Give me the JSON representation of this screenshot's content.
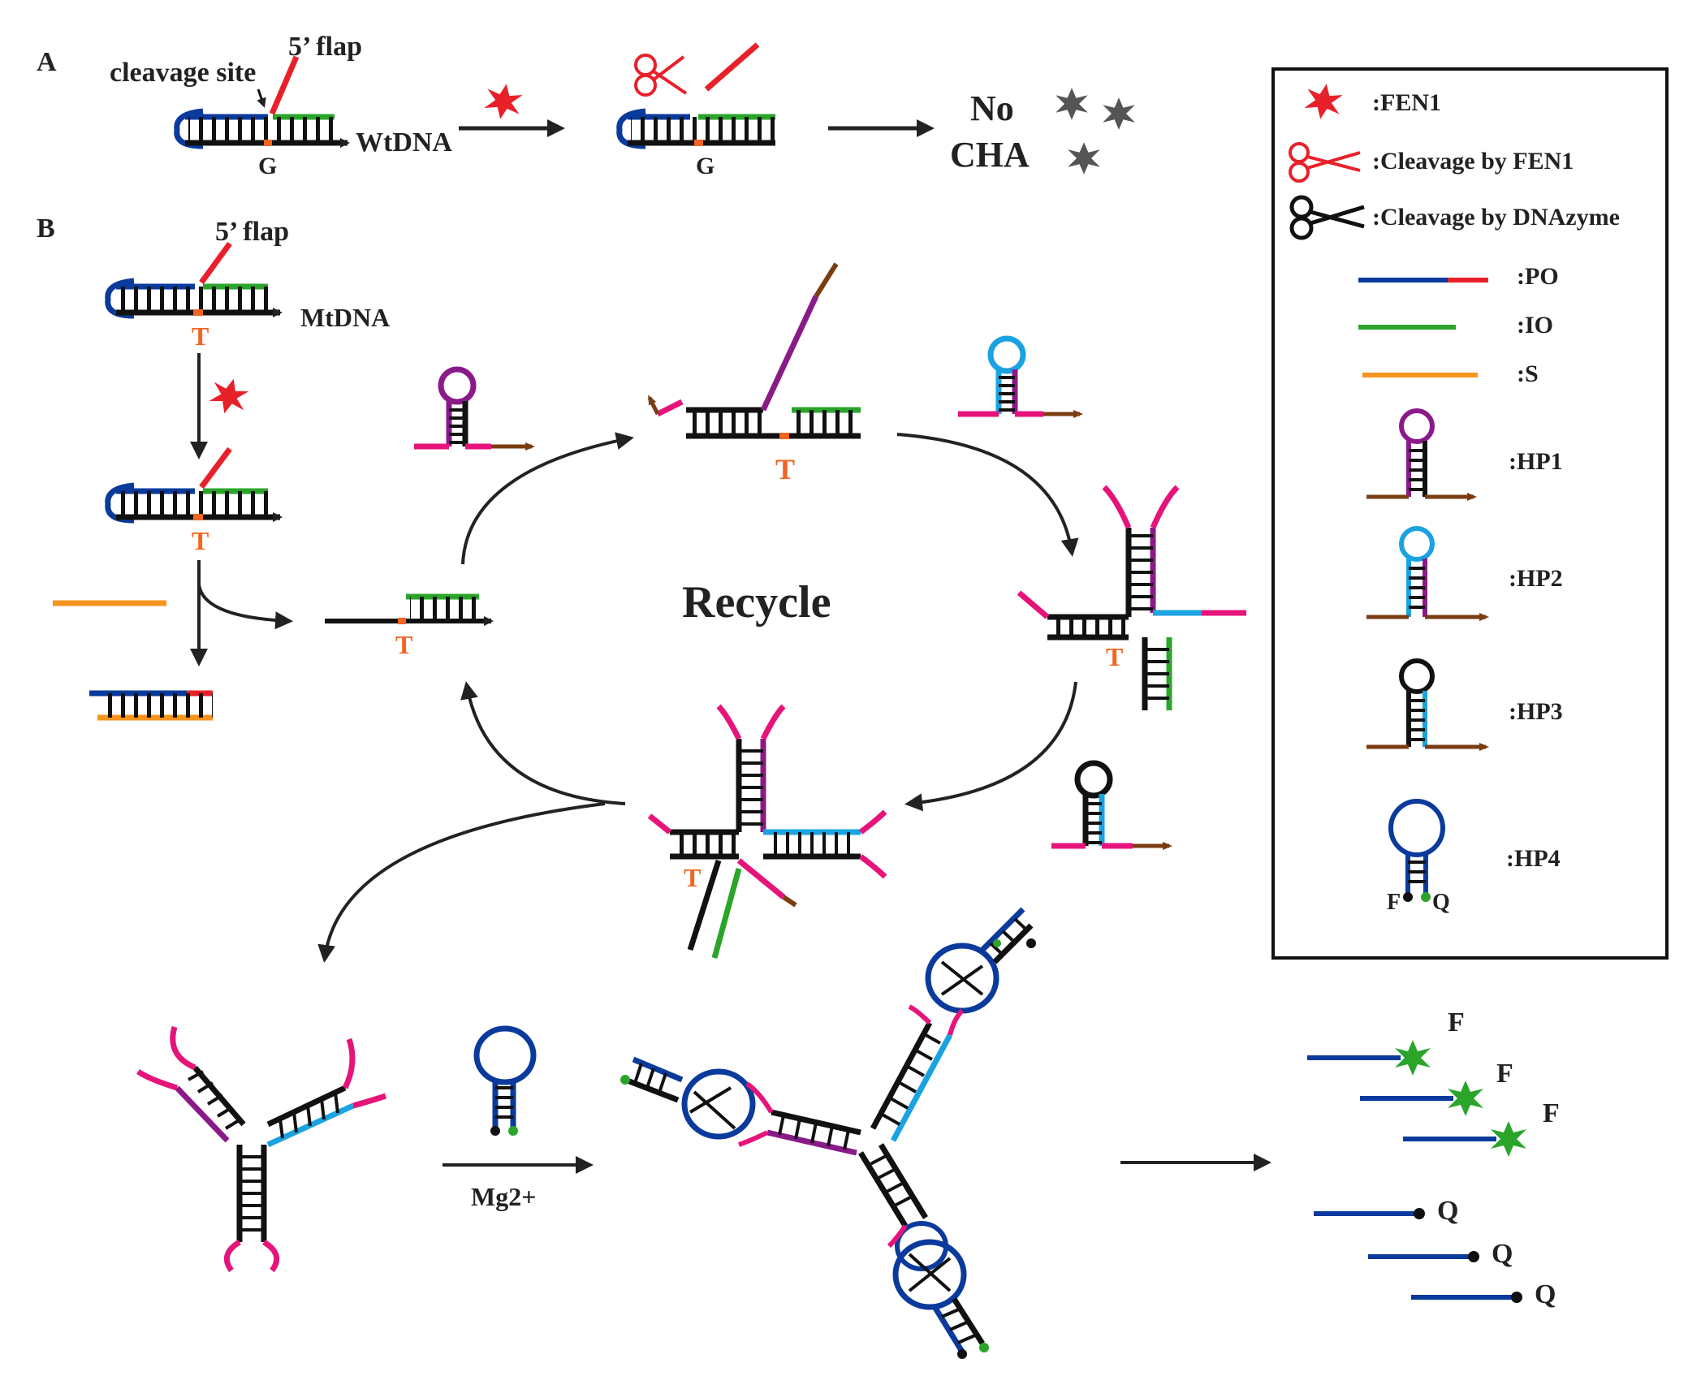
{
  "panel_a": {
    "letter": "A",
    "cleavage_site": "cleavage site",
    "flap": "5’ flap",
    "wt_label": "WtDNA",
    "base_g1": "G",
    "base_g2": "G",
    "no_cha_line1": "No",
    "no_cha_line2": "CHA"
  },
  "panel_b": {
    "letter": "B",
    "flap": "5’ flap",
    "mt_label": "MtDNA",
    "base_t1": "T",
    "base_t2": "T",
    "base_t3": "T",
    "base_t4": "T",
    "base_t5": "T",
    "base_t6": "T",
    "recycle": "Recycle",
    "mg": "Mg2+",
    "f1": "F",
    "f2": "F",
    "f3": "F",
    "q1": "Q",
    "q2": "Q",
    "q3": "Q"
  },
  "legend": {
    "fen1": ":FEN1",
    "cleave_fen1": ":Cleavage by FEN1",
    "cleave_dnazyme": ":Cleavage by DNAzyme",
    "po": ":PO",
    "io": ":IO",
    "s": ":S",
    "hp1": ":HP1",
    "hp2": ":HP2",
    "hp3": ":HP3",
    "hp4": ":HP4",
    "hp4_f": "F",
    "hp4_q": "Q"
  },
  "colors": {
    "red": "#e8202a",
    "blue": "#0a3a9c",
    "green": "#2aa52a",
    "orange": "#f7941d",
    "purple": "#8b1a89",
    "cyan": "#1aa3e0",
    "pink": "#e6147a",
    "brown": "#7a3d12",
    "black": "#111111"
  }
}
